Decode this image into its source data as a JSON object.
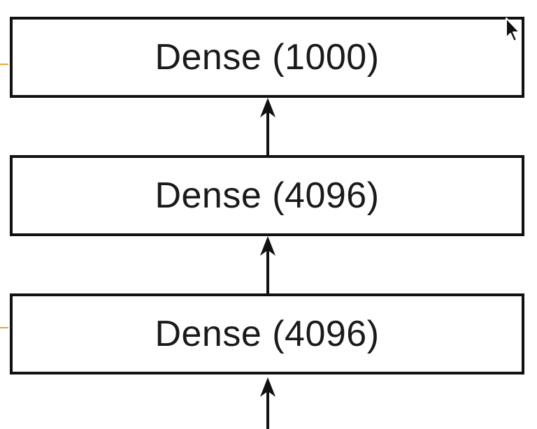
{
  "diagram": {
    "layers": [
      {
        "label": "Dense (1000)"
      },
      {
        "label": "Dense (4096)"
      },
      {
        "label": "Dense (4096)"
      }
    ]
  },
  "colors": {
    "stroke": "#111111",
    "text": "#1a1a1a",
    "side_arrow": "#e8a33a",
    "background": "#ffffff"
  },
  "icons": {
    "cursor": "mouse-pointer-icon",
    "arrow": "up-arrow-icon"
  }
}
